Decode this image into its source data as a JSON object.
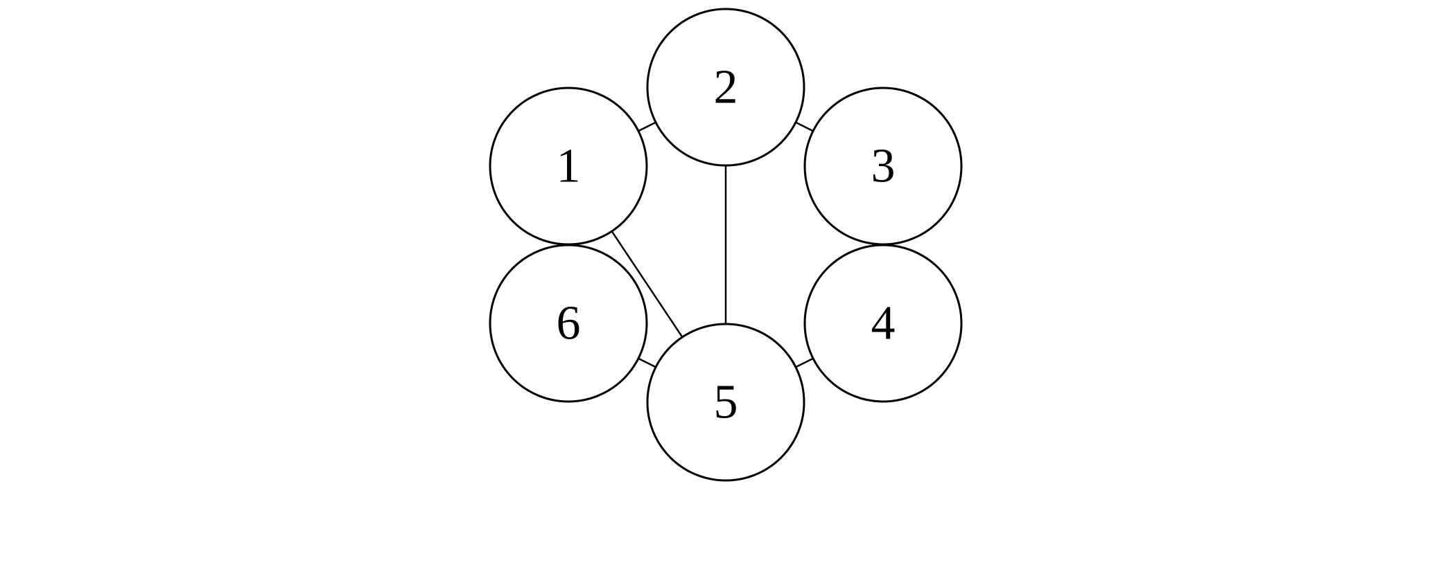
{
  "graph": {
    "nodes": [
      {
        "id": "1",
        "label": "1"
      },
      {
        "id": "2",
        "label": "2"
      },
      {
        "id": "3",
        "label": "3"
      },
      {
        "id": "4",
        "label": "4"
      },
      {
        "id": "5",
        "label": "5"
      },
      {
        "id": "6",
        "label": "6"
      }
    ],
    "edges": [
      {
        "from": "1",
        "to": "2"
      },
      {
        "from": "2",
        "to": "3"
      },
      {
        "from": "2",
        "to": "5"
      },
      {
        "from": "1",
        "to": "5"
      },
      {
        "from": "6",
        "to": "5"
      },
      {
        "from": "4",
        "to": "5"
      }
    ],
    "colors": {
      "stroke": "#000000",
      "fill": "#ffffff",
      "text": "#000000"
    }
  }
}
